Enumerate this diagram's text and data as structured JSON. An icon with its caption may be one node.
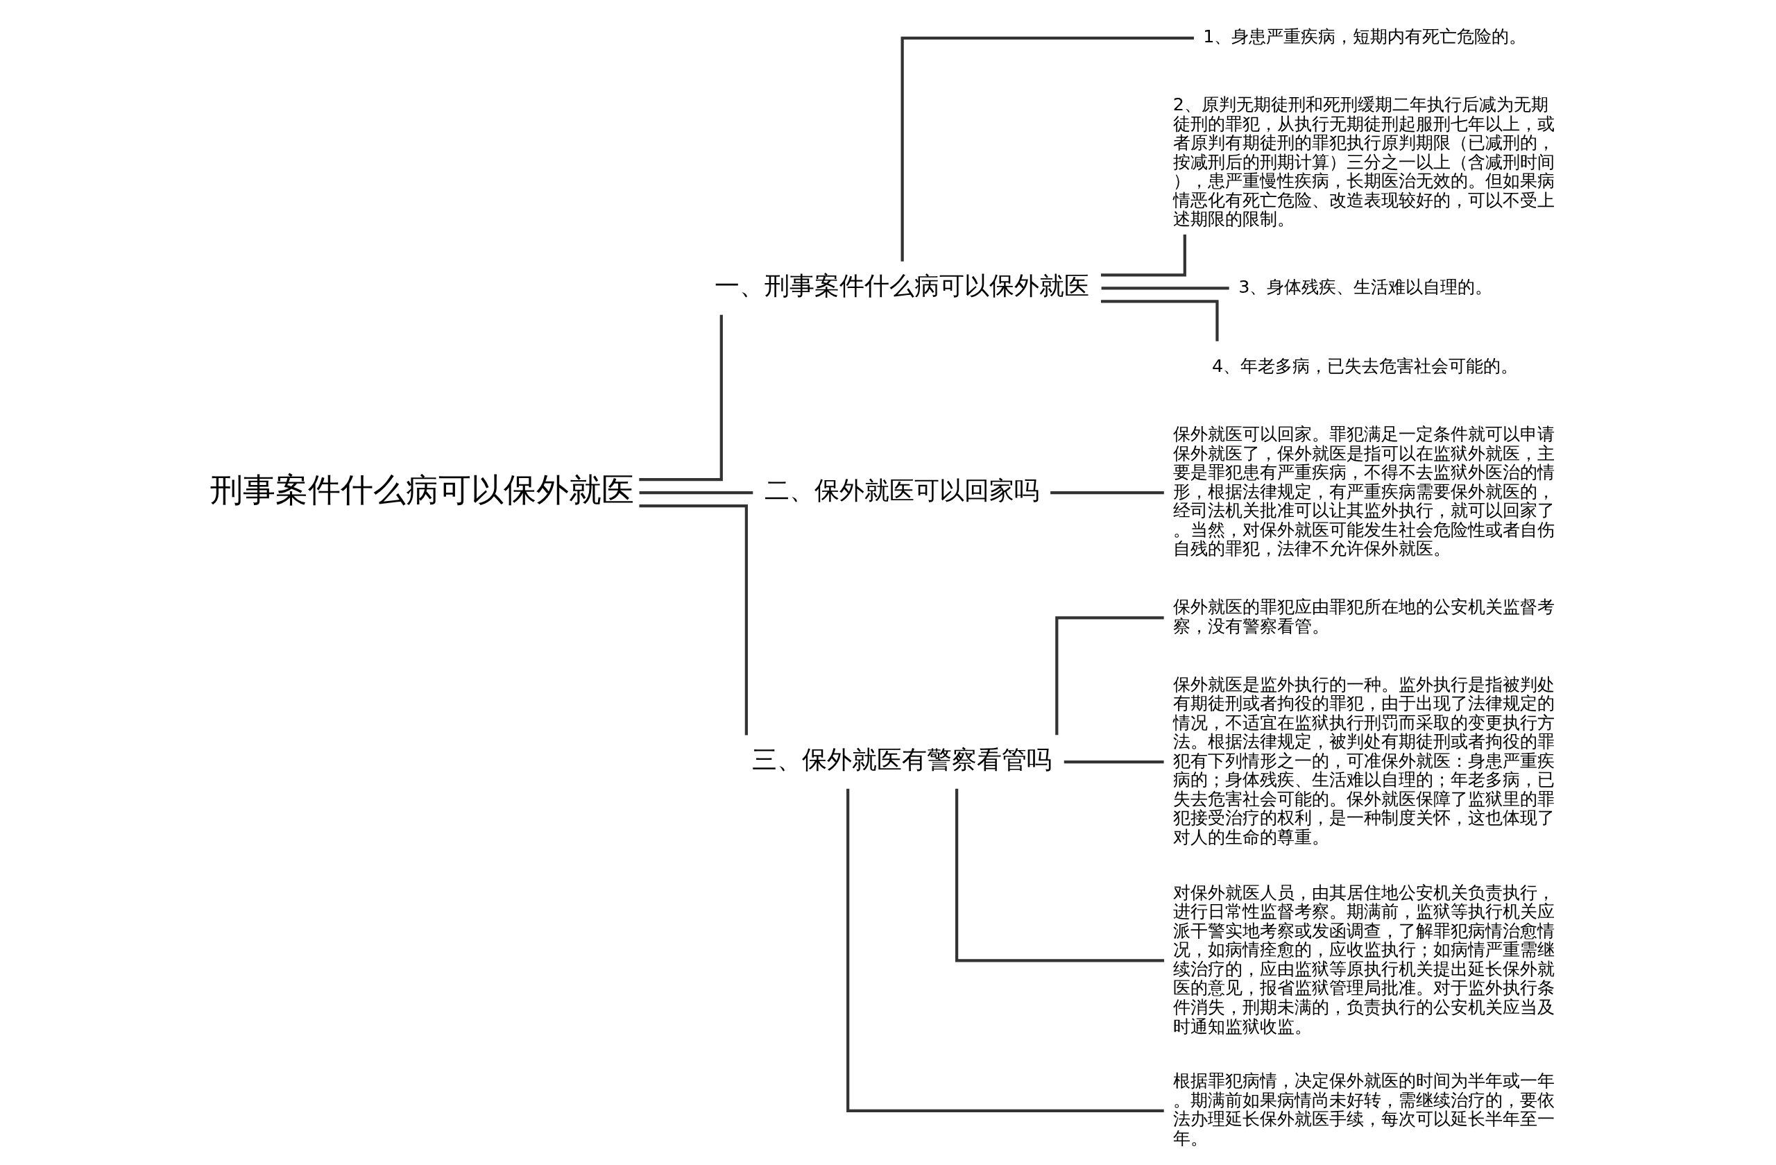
{
  "diagram": {
    "nodes": [
      {
        "text": [
          "刑事案件什么病可以保外就医"
        ]
      },
      {
        "text": [
          "一、刑事案件什么病可以保外就医"
        ]
      },
      {
        "text": [
          "1、身患严重疾病，短期内有死亡危险的。"
        ]
      },
      {
        "text": [
          "2、原判无期徒刑和死刑缓期二年执行后减为无期徒刑的罪犯，从执行无期徒刑起服刑七年以上，或者原判有期徒刑的罪犯执行原判期限（已减刑的，按减刑后的刑期计算）三分之一以上（含减刑时间），患严重慢性疾病，长期医治无效的。但如果病情恶化有死亡危险、改造表现较好的，可以不受上述期限的限制。"
        ]
      },
      {
        "text": [
          "3、身体残疾、生活难以自理的。"
        ]
      },
      {
        "text": [
          "4、年老多病，已失去危害社会可能的。"
        ]
      },
      {
        "text": [
          "二、保外就医可以回家吗"
        ]
      },
      {
        "text": [
          "保外就医可以回家。罪犯满足一定条件就可以申请保外就医了，保外就医是指可以在监狱外就医，主要是罪犯患有严重疾病，不得不去监狱外医治的情形，根据法律规定，有严重疾病需要保外就医的，经司法机关批准可以让其监外执行，就可以回家了。当然，对保外就医可能发生社会危险性或者自伤自残的罪犯，法律不允许保外就医。"
        ]
      },
      {
        "text": [
          "三、保外就医有警察看管吗"
        ]
      },
      {
        "text": [
          "保外就医的罪犯应由罪犯所在地的公安机关监督考察，没有警察看管。"
        ]
      },
      {
        "text": [
          "保外就医是监外执行的一种。监外执行是指被判处有期徒刑或者拘役的罪犯，由于出现了法律规定的情况，不适宜在监狱执行刑罚而采取的变更执行方法。根据法律规定，被判处有期徒刑或者拘役的罪犯有下列情形之一的，可准保外就医：身患严重疾病的；身体残疾、生活难以自理的；年老多病，已失去危害社会可能的。保外就医保障了监狱里的罪犯接受治疗的权利，是一种制度关怀，这也体现了对人的生命的尊重。"
        ]
      },
      {
        "text": [
          "对保外就医人员，由其居住地公安机关负责执行，进行日常性监督考察。期满前，监狱等执行机关应派干警实地考察或发函调查，了解罪犯病情治愈情况，如病情痊愈的，应收监执行；如病情严重需继续治疗的，应由监狱等原执行机关提出延长保外就医的意见，报省监狱管理局批准。对于监外执行条件消失，刑期未满的，负责执行的公安机关应当及时通知监狱收监。"
        ]
      },
      {
        "text": [
          "根据罪犯病情，决定保外就医的时间为半年或一年。期满前如果病情尚未好转，需继续治疗的，要依法办理延长保外就医手续，每次可以延长半年至一年。"
        ]
      }
    ],
    "edges": [
      {
        "from": 0,
        "to": 1,
        "arrow": "none"
      },
      {
        "from": 1,
        "to": 2,
        "arrow": "none"
      },
      {
        "from": 1,
        "to": 3,
        "arrow": "none"
      },
      {
        "from": 1,
        "to": 4,
        "arrow": "none"
      },
      {
        "from": 1,
        "to": 5,
        "arrow": "none"
      },
      {
        "from": 0,
        "to": 6,
        "arrow": "none"
      },
      {
        "from": 6,
        "to": 7,
        "arrow": "none"
      },
      {
        "from": 0,
        "to": 8,
        "arrow": "none"
      },
      {
        "from": 8,
        "to": 9,
        "arrow": "none"
      },
      {
        "from": 8,
        "to": 10,
        "arrow": "none"
      },
      {
        "from": 8,
        "to": 11,
        "arrow": "none"
      },
      {
        "from": 8,
        "to": 12,
        "arrow": "none"
      }
    ]
  }
}
